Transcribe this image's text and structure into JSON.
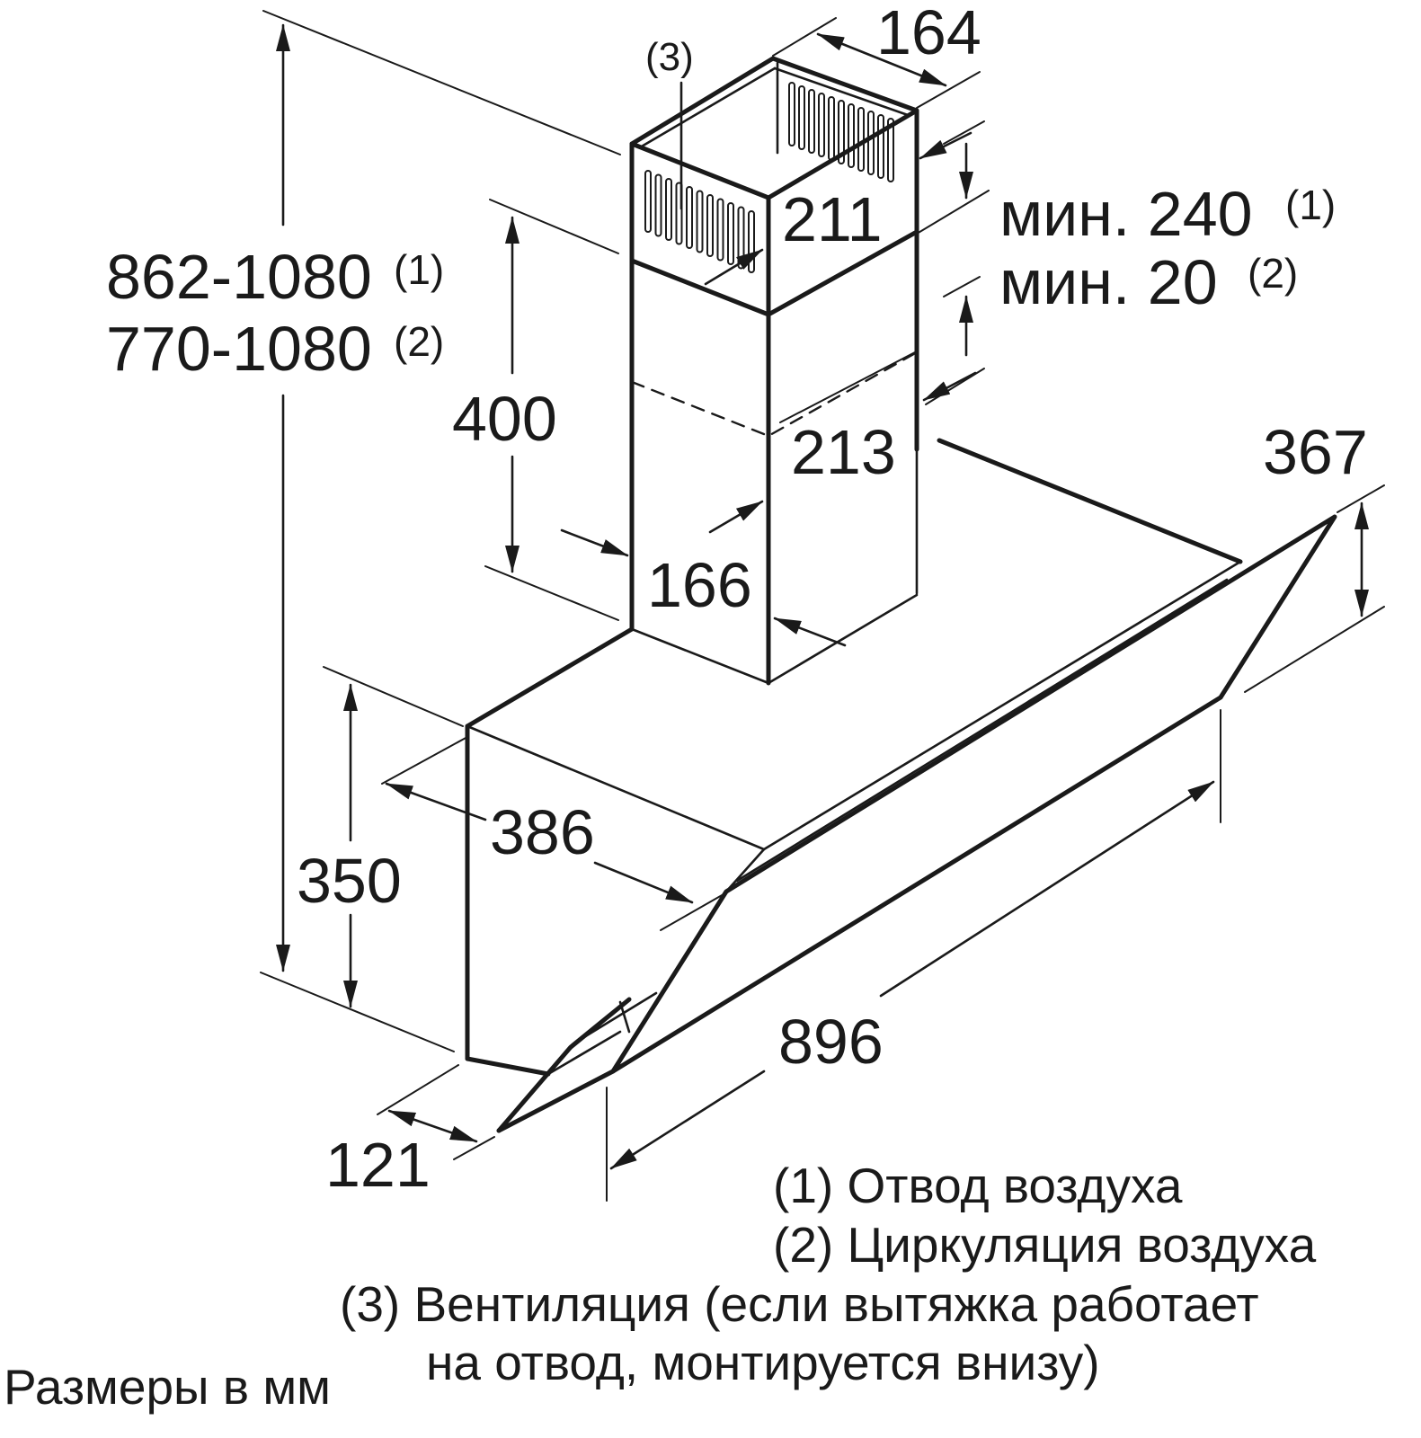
{
  "dimensions": {
    "chimney_height_exhaust": "862-1080",
    "chimney_height_recirc": "770-1080",
    "marker_1": "(1)",
    "marker_2": "(2)",
    "top_width": "164",
    "top_depth": "211",
    "vent_label": "(3)",
    "min_exhaust": "мин. 240",
    "min_recirc": "мин. 20",
    "lower_chimney_height": "400",
    "chimney_inner_depth": "213",
    "chimney_base_width": "166",
    "hood_depth": "367",
    "body_depth": "386",
    "body_height": "350",
    "hood_width": "896",
    "bottom_depth": "121"
  },
  "legend": {
    "item_1": "(1) Отвод воздуха",
    "item_2": "(2) Циркуляция воздуха",
    "item_3_line1": "(3) Вентиляция (если вытяжка работает",
    "item_3_line2": "на отвод, монтируется внизу)",
    "units": "Размеры в мм"
  }
}
